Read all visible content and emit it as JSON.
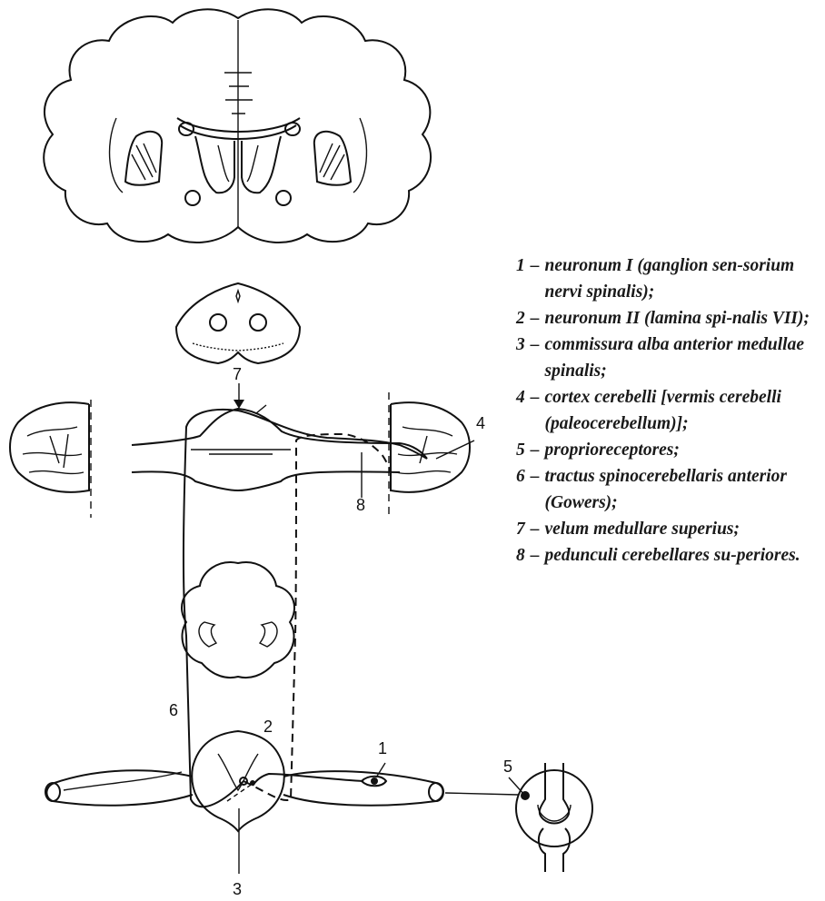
{
  "labels": {
    "n1": "1",
    "n2": "2",
    "n3": "3",
    "n4": "4",
    "n5": "5",
    "n6": "6",
    "n7": "7",
    "n8": "8"
  },
  "legend": [
    {
      "num": "1",
      "text": "neuronum I (ganglion sen-sorium nervi spinalis);"
    },
    {
      "num": "2",
      "text": "neuronum II (lamina spi-nalis VII);"
    },
    {
      "num": "3",
      "text": "commissura alba anterior medullae spinalis;"
    },
    {
      "num": "4",
      "text": "cortex cerebelli [vermis cerebelli (paleocerebellum)];"
    },
    {
      "num": "5",
      "text": "proprioreceptores;"
    },
    {
      "num": "6",
      "text": "tractus spinocerebellaris anterior (Gowers);"
    },
    {
      "num": "7",
      "text": "velum medullare superius;"
    },
    {
      "num": "8",
      "text": "pedunculi cerebellares su-periores."
    }
  ]
}
